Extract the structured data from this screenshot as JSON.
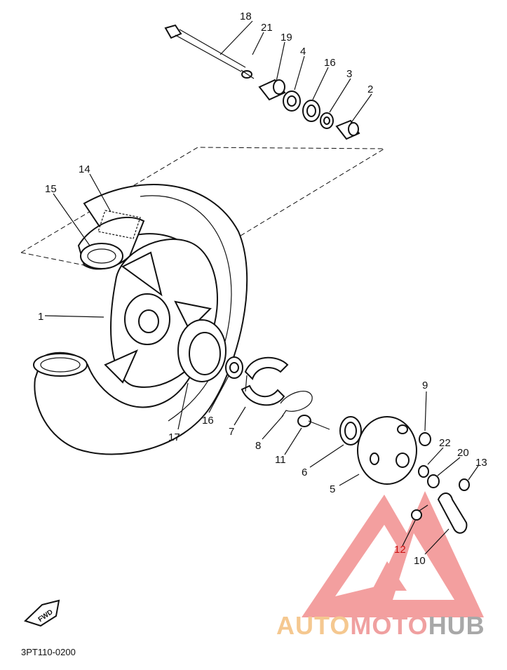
{
  "part_labels": {
    "p1": "1",
    "p2": "2",
    "p3": "3",
    "p4": "4",
    "p5": "5",
    "p6": "6",
    "p7": "7",
    "p8": "8",
    "p9": "9",
    "p10": "10",
    "p11": "11",
    "p12": "12",
    "p13": "13",
    "p14": "14",
    "p15": "15",
    "p16a": "16",
    "p16b": "16",
    "p17": "17",
    "p18": "18",
    "p19": "19",
    "p20": "20",
    "p21": "21",
    "p22": "22"
  },
  "figure_code": "3PT110-0200",
  "fwd_label": "FWD",
  "watermark": {
    "part1": "AUTO",
    "part2": "MOTO",
    "part3": "HUB",
    "colors": {
      "auto": "#f5c890",
      "moto": "#f0a0a0",
      "hub": "#a8a8a8",
      "logo": "#f08080"
    }
  },
  "highlight_color": "#cc1111"
}
